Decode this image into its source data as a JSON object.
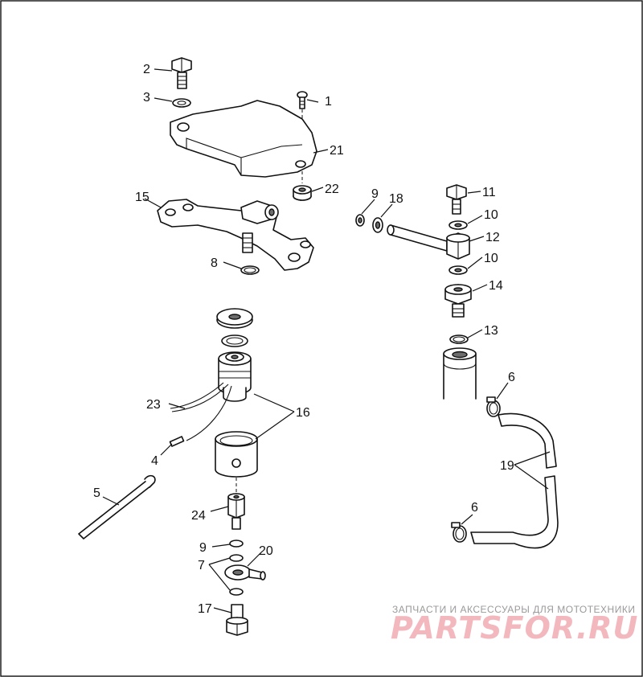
{
  "callouts": [
    "1",
    "2",
    "3",
    "4",
    "5",
    "6",
    "6",
    "7",
    "8",
    "9",
    "9",
    "10",
    "10",
    "11",
    "12",
    "13",
    "14",
    "15",
    "16",
    "17",
    "18",
    "19",
    "20",
    "21",
    "22",
    "23",
    "24"
  ],
  "watermark": {
    "tagline": "ЗАПЧАСТИ И АКСЕССУАРЫ ДЛЯ МОТОТЕХНИКИ",
    "brand": "PARTSFOR.RU"
  },
  "colors": {
    "line": "#111111",
    "watermark_brand": "#f2b8bd",
    "watermark_text": "#9a9a9a"
  }
}
